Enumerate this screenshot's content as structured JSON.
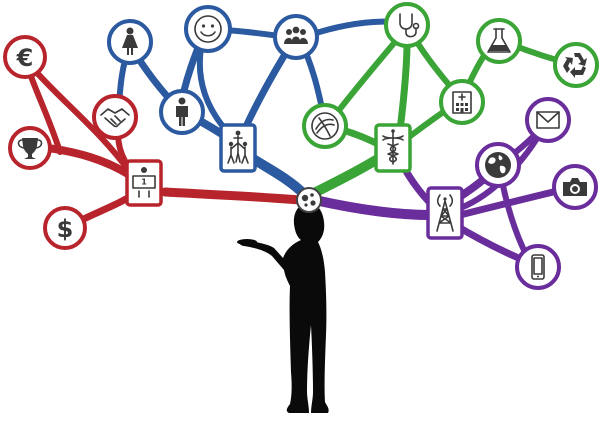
{
  "colors": {
    "red": "#b8242c",
    "blue": "#2c5aa0",
    "green": "#3aa536",
    "purple": "#6a2d9c",
    "silhouette": "#0a0a0a",
    "icon": "#3a3a3a"
  },
  "nodes": [
    {
      "id": "euro",
      "icon": "euro-icon",
      "branch": "red",
      "glyph": "€"
    },
    {
      "id": "trophy",
      "icon": "trophy-icon",
      "branch": "red"
    },
    {
      "id": "dollar",
      "icon": "dollar-icon",
      "branch": "red",
      "glyph": "$"
    },
    {
      "id": "handshake",
      "icon": "handshake-icon",
      "branch": "red"
    },
    {
      "id": "banknote",
      "icon": "banknote-icon",
      "branch": "red",
      "glyph": "1"
    },
    {
      "id": "woman",
      "icon": "woman-icon",
      "branch": "blue"
    },
    {
      "id": "smiley",
      "icon": "smiley-icon",
      "branch": "blue"
    },
    {
      "id": "man",
      "icon": "man-icon",
      "branch": "blue"
    },
    {
      "id": "group",
      "icon": "group-icon",
      "branch": "blue"
    },
    {
      "id": "teamwork",
      "icon": "teamwork-icon",
      "branch": "blue"
    },
    {
      "id": "stethoscope",
      "icon": "stethoscope-icon",
      "branch": "green"
    },
    {
      "id": "flask",
      "icon": "flask-icon",
      "branch": "green"
    },
    {
      "id": "recycle",
      "icon": "recycle-icon",
      "branch": "green"
    },
    {
      "id": "hospital",
      "icon": "hospital-icon",
      "branch": "green"
    },
    {
      "id": "caduceus",
      "icon": "caduceus-icon",
      "branch": "green"
    },
    {
      "id": "emblem",
      "icon": "emblem-icon",
      "branch": "green"
    },
    {
      "id": "mail",
      "icon": "mail-icon",
      "branch": "purple"
    },
    {
      "id": "globe",
      "icon": "globe-icon",
      "branch": "purple"
    },
    {
      "id": "camera",
      "icon": "camera-icon",
      "branch": "purple"
    },
    {
      "id": "antenna",
      "icon": "antenna-icon",
      "branch": "purple"
    },
    {
      "id": "phone",
      "icon": "phone-icon",
      "branch": "purple"
    },
    {
      "id": "brain",
      "icon": "gears-icon",
      "branch": "hub"
    }
  ]
}
